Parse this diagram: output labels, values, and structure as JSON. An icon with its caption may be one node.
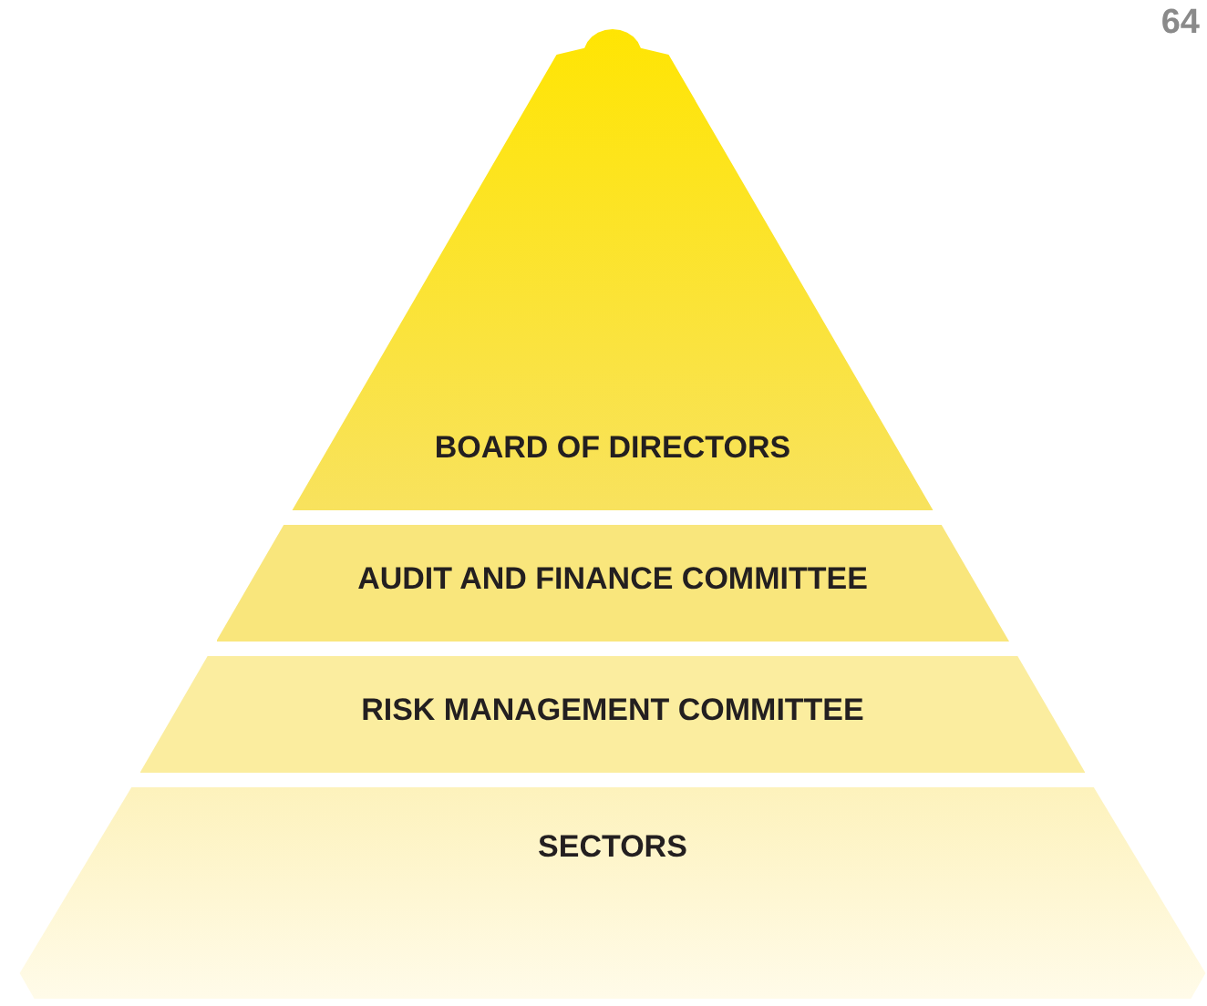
{
  "diagram": {
    "nodes": [
      {
        "text": [
          "BOARD OF DIRECTORS"
        ]
      },
      {
        "text": [
          "AUDIT AND FINANCE COMMITTEE"
        ]
      },
      {
        "text": [
          "RISK MANAGEMENT COMMITTEE"
        ]
      },
      {
        "text": [
          "SECTORS"
        ]
      }
    ],
    "labels": [
      "64"
    ]
  }
}
